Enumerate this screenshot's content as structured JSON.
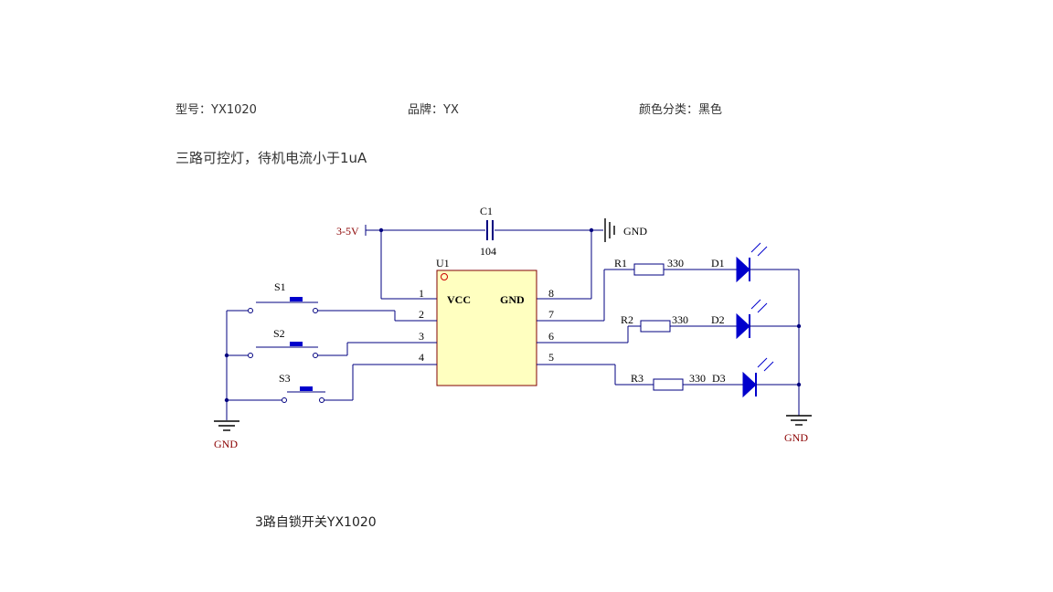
{
  "specs": {
    "model": "型号：YX1020",
    "brand": "品牌：YX",
    "color": "颜色分类：黑色"
  },
  "description": "三路可控灯，待机电流小于1uA",
  "caption": "3路自锁开关YX1020",
  "schematic": {
    "supply": "3-5V",
    "capacitor": {
      "ref": "C1",
      "value": "104"
    },
    "gnd_top": "GND",
    "gnd_left": "GND",
    "gnd_right": "GND",
    "chip": {
      "ref": "U1",
      "vcc": "VCC",
      "gnd": "GND"
    },
    "pins": [
      "1",
      "2",
      "3",
      "4",
      "5",
      "6",
      "7",
      "8"
    ],
    "switches": [
      "S1",
      "S2",
      "S3"
    ],
    "resistors": [
      {
        "ref": "R1",
        "value": "330"
      },
      {
        "ref": "R2",
        "value": "330"
      },
      {
        "ref": "R3",
        "value": "330"
      }
    ],
    "leds": [
      "D1",
      "D2",
      "D3"
    ]
  }
}
